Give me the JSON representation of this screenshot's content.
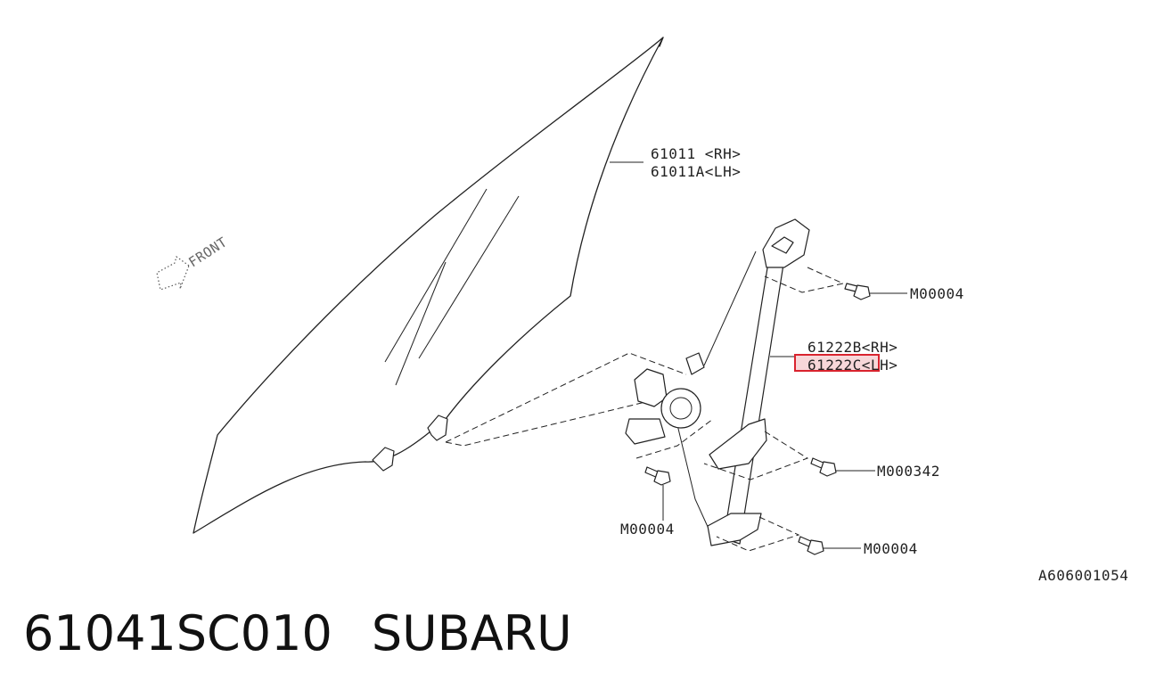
{
  "labels": {
    "glass_rh": "61011 <RH>",
    "glass_lh": "61011A<LH>",
    "regulator_rh": "61222B<RH>",
    "regulator_lh": "61222C<LH>",
    "bolt_top": "M00004",
    "bolt_mid": "M000342",
    "bolt_left": "M00004",
    "bolt_bottom": "M00004",
    "front": "FRONT"
  },
  "figure_id": "A606001054",
  "caption": {
    "part_number": "61041SC010",
    "brand": "SUBARU"
  },
  "highlight_color": "#d9232e"
}
